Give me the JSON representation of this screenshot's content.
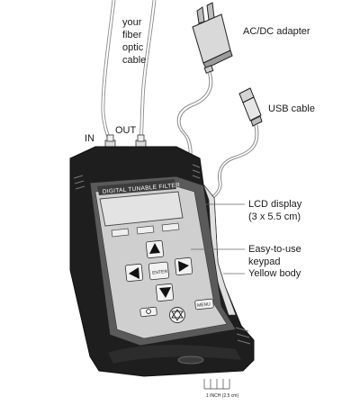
{
  "labels": {
    "cable_line1": "your",
    "cable_line2": "fiber",
    "cable_line3": "optic",
    "cable_line4": "cable",
    "port_in": "IN",
    "port_out": "OUT",
    "adapter": "AC/DC adapter",
    "usb": "USB cable",
    "lcd_line1": "LCD display",
    "lcd_line2": "(3 x 5.5 cm)",
    "keypad_line1": "Easy-to-use",
    "keypad_line2": "keypad",
    "body": "Yellow body",
    "scale": "1 INCH (2.5 cm)"
  },
  "device": {
    "title": "DIGITAL TUNABLE FILTER",
    "enter_key": "ENTER",
    "menu_key": "MENU"
  },
  "colors": {
    "housing": "#1e1e1e",
    "bezel": "#5a5a5a",
    "face": "#cfcfcf",
    "lcd": "#e3e3e3",
    "ink": "#333333"
  }
}
